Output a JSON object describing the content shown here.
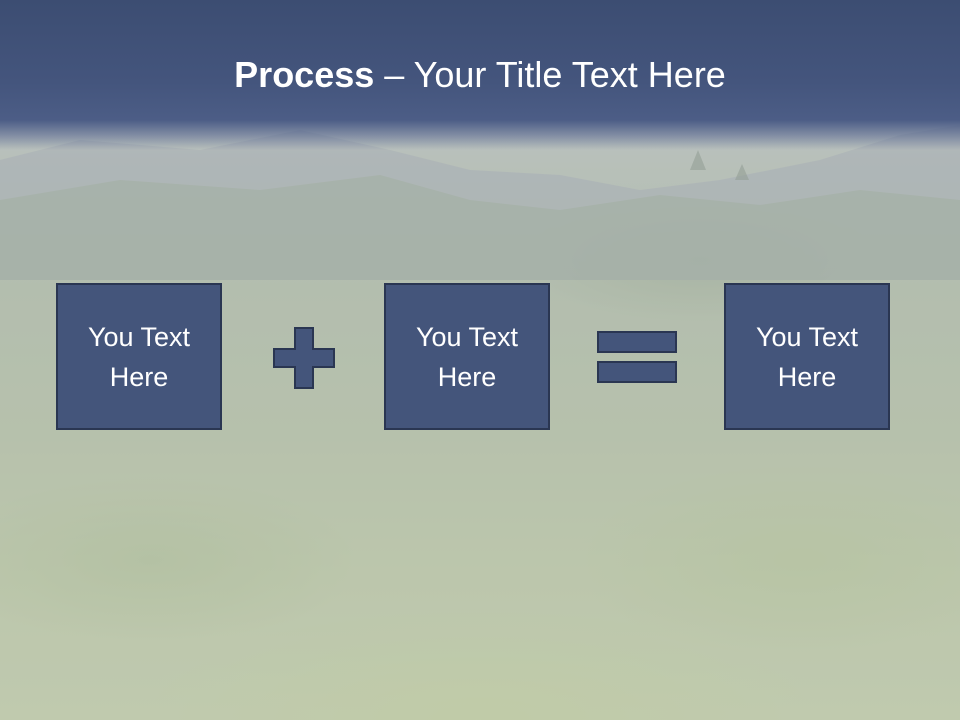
{
  "slide": {
    "title_bold": "Process",
    "title_rest": " – Your Title Text Here",
    "boxes": [
      {
        "text": "You Text Here"
      },
      {
        "text": "You Text Here"
      },
      {
        "text": "You Text Here"
      }
    ],
    "operators": [
      "plus-icon",
      "equals-icon"
    ],
    "colors": {
      "title_bar": "#44557d",
      "box_fill": "#44557b",
      "box_border": "#2a3652",
      "text": "#ffffff"
    }
  }
}
